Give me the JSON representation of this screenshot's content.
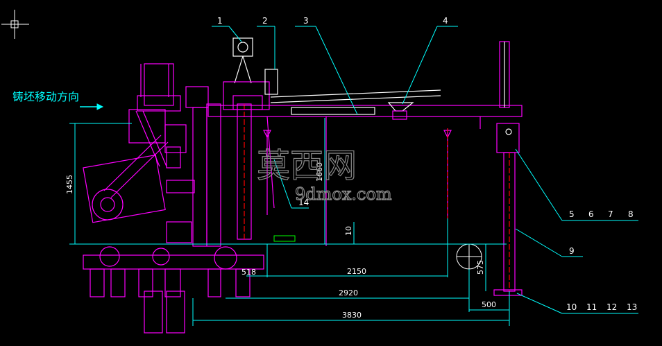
{
  "title": "铸坯移动方向",
  "part_numbers_top": [
    "1",
    "2",
    "3",
    "4"
  ],
  "part_numbers_right_a": [
    "5",
    "6",
    "7",
    "8"
  ],
  "part_numbers_right_b": [
    "9"
  ],
  "part_numbers_right_c": [
    "10",
    "11",
    "12",
    "13"
  ],
  "part_number_14": "14",
  "dimensions": {
    "height_left": "1455",
    "height_mid": "1660",
    "d10": "10",
    "d575": "575",
    "d518": "518",
    "d2150": "2150",
    "d2920": "2920",
    "d500": "500",
    "d3830": "3830"
  },
  "watermark": {
    "cn": "莫西网",
    "url": "9dmox.com"
  },
  "colors": {
    "background": "#000000",
    "structure": "#ff00ff",
    "dimension": "#00ffff",
    "leader": "#00ffff",
    "labels": "#ffffff",
    "centerline": "#ff0000",
    "equipment": "#ffffff",
    "accent_green": "#00ff00"
  }
}
